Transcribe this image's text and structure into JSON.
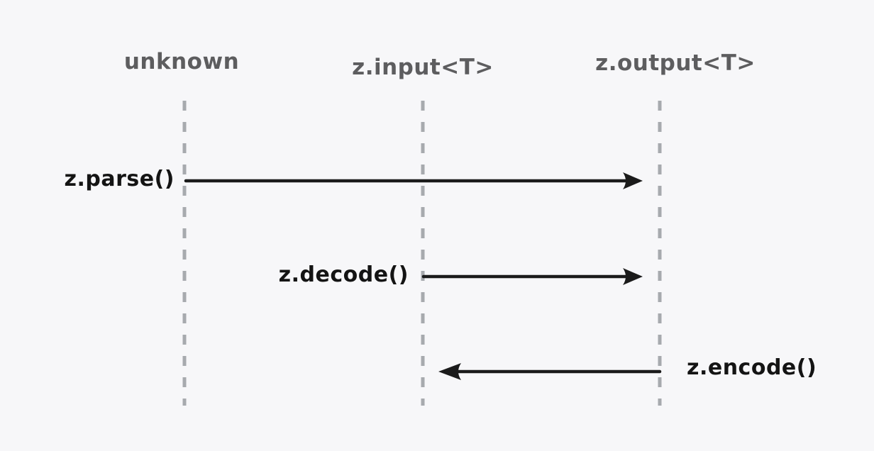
{
  "diagram": {
    "type": "sequence",
    "background_color": "#f7f7f9",
    "lifeline_color": "#a7aaae",
    "arrow_color": "#1b1b1b",
    "label_color": "#5d5d5f",
    "message_label_color": "#141414",
    "lifelines": [
      {
        "id": "unknown",
        "label": "unknown"
      },
      {
        "id": "z-input",
        "label": "z.input<T>"
      },
      {
        "id": "z-output",
        "label": "z.output<T>"
      }
    ],
    "messages": [
      {
        "id": "parse",
        "label": "z.parse()",
        "from": "unknown",
        "to": "z-output",
        "direction": "right",
        "label_side": "left"
      },
      {
        "id": "decode",
        "label": "z.decode()",
        "from": "z-input",
        "to": "z-output",
        "direction": "right",
        "label_side": "left"
      },
      {
        "id": "encode",
        "label": "z.encode()",
        "from": "z-output",
        "to": "z-input",
        "direction": "left",
        "label_side": "right"
      }
    ]
  }
}
